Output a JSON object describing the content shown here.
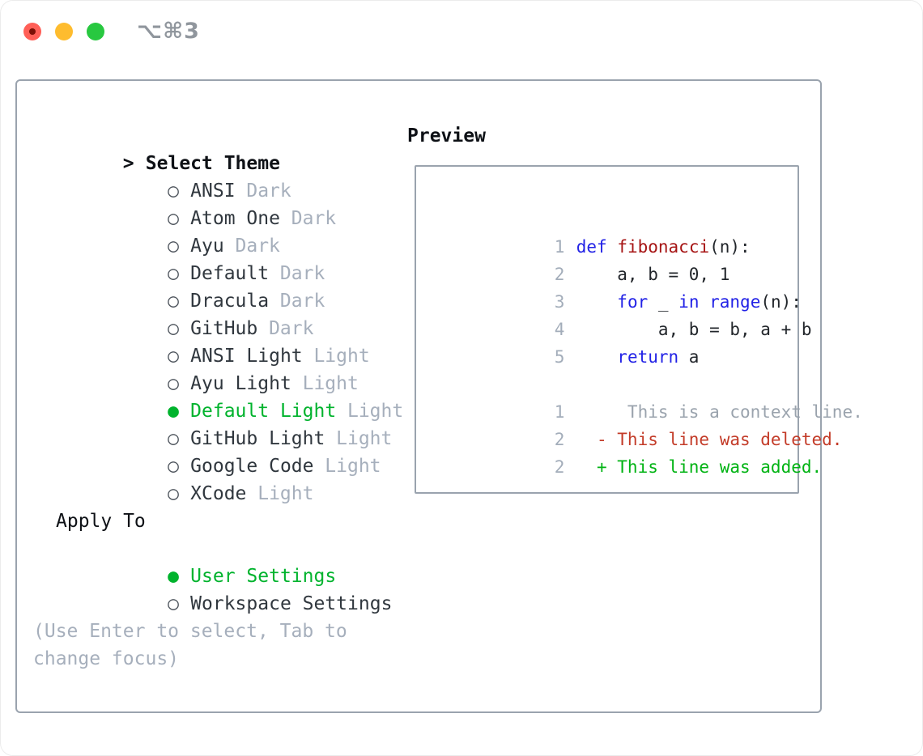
{
  "window": {
    "title": "⌥⌘3",
    "buttons": [
      "close",
      "minimize",
      "zoom"
    ]
  },
  "colors": {
    "selection_green": "#00b32d",
    "added_green": "#00b313",
    "deleted_red": "#c33b28",
    "keyword_blue": "#2222e6",
    "function_red": "#a61414",
    "muted_gray": "#a6afbc",
    "border_gray": "#9aa3ae",
    "traffic_red": "#ff5f57",
    "traffic_yellow": "#febc2e",
    "traffic_green": "#28c840"
  },
  "theme_panel": {
    "header_marker": ">",
    "header": "Select Theme",
    "items": [
      {
        "marker": "○",
        "name": "ANSI",
        "variant": "Dark",
        "selected": false
      },
      {
        "marker": "○",
        "name": "Atom One",
        "variant": "Dark",
        "selected": false
      },
      {
        "marker": "○",
        "name": "Ayu",
        "variant": "Dark",
        "selected": false
      },
      {
        "marker": "○",
        "name": "Default",
        "variant": "Dark",
        "selected": false
      },
      {
        "marker": "○",
        "name": "Dracula",
        "variant": "Dark",
        "selected": false
      },
      {
        "marker": "○",
        "name": "GitHub",
        "variant": "Dark",
        "selected": false
      },
      {
        "marker": "○",
        "name": "ANSI Light",
        "variant": "Light",
        "selected": false
      },
      {
        "marker": "○",
        "name": "Ayu Light",
        "variant": "Light",
        "selected": false
      },
      {
        "marker": "●",
        "name": "Default Light",
        "variant": "Light",
        "selected": true
      },
      {
        "marker": "○",
        "name": "GitHub Light",
        "variant": "Light",
        "selected": false
      },
      {
        "marker": "○",
        "name": "Google Code",
        "variant": "Light",
        "selected": false
      },
      {
        "marker": "○",
        "name": "XCode",
        "variant": "Light",
        "selected": false
      }
    ]
  },
  "apply_panel": {
    "header": "Apply To",
    "items": [
      {
        "marker": "●",
        "label": "User Settings",
        "selected": true
      },
      {
        "marker": "○",
        "label": "Workspace Settings",
        "selected": false
      }
    ]
  },
  "help_text": "(Use Enter to select, Tab to change focus)",
  "preview": {
    "header": "Preview",
    "lines": [
      {
        "num": "1",
        "segs": [
          {
            "t": "def",
            "c": "kw"
          },
          {
            "t": " ",
            "c": "pl"
          },
          {
            "t": "fibonacci",
            "c": "fn"
          },
          {
            "t": "(n):",
            "c": "pl"
          }
        ]
      },
      {
        "num": "2",
        "segs": [
          {
            "t": "    a, b = 0, 1",
            "c": "pl"
          }
        ]
      },
      {
        "num": "3",
        "segs": [
          {
            "t": "    ",
            "c": "pl"
          },
          {
            "t": "for",
            "c": "kw"
          },
          {
            "t": " _ ",
            "c": "pl"
          },
          {
            "t": "in",
            "c": "kw"
          },
          {
            "t": " ",
            "c": "pl"
          },
          {
            "t": "range",
            "c": "kw"
          },
          {
            "t": "(n):",
            "c": "pl"
          }
        ]
      },
      {
        "num": "4",
        "segs": [
          {
            "t": "        a, b = b, a + b",
            "c": "pl"
          }
        ]
      },
      {
        "num": "5",
        "segs": [
          {
            "t": "    ",
            "c": "pl"
          },
          {
            "t": "return",
            "c": "kw"
          },
          {
            "t": " a",
            "c": "pl"
          }
        ]
      },
      {
        "num": "",
        "segs": []
      },
      {
        "num": "1",
        "segs": [
          {
            "t": "     This is a context line.",
            "c": "ctx"
          }
        ]
      },
      {
        "num": "2",
        "segs": [
          {
            "t": "  - This line was deleted.",
            "c": "del"
          }
        ]
      },
      {
        "num": "2",
        "segs": [
          {
            "t": "  + This line was added.",
            "c": "add"
          }
        ]
      }
    ]
  }
}
